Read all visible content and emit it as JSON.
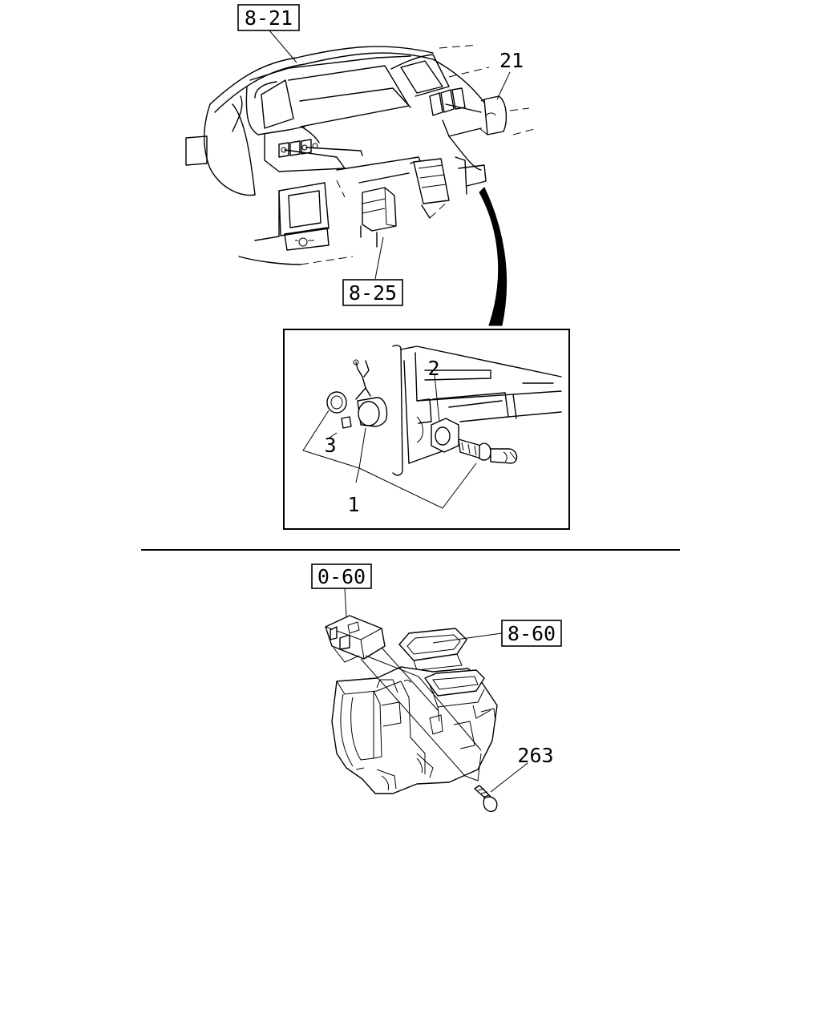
{
  "references": {
    "instrument_panel": "8-21",
    "switch_panel": "8-25",
    "unit_case": "0-60",
    "duct": "8-60"
  },
  "callouts": {
    "switch": "21",
    "cigar_lighter_assy": "1",
    "bezel": "2",
    "socket": "3",
    "bolt": "263"
  }
}
